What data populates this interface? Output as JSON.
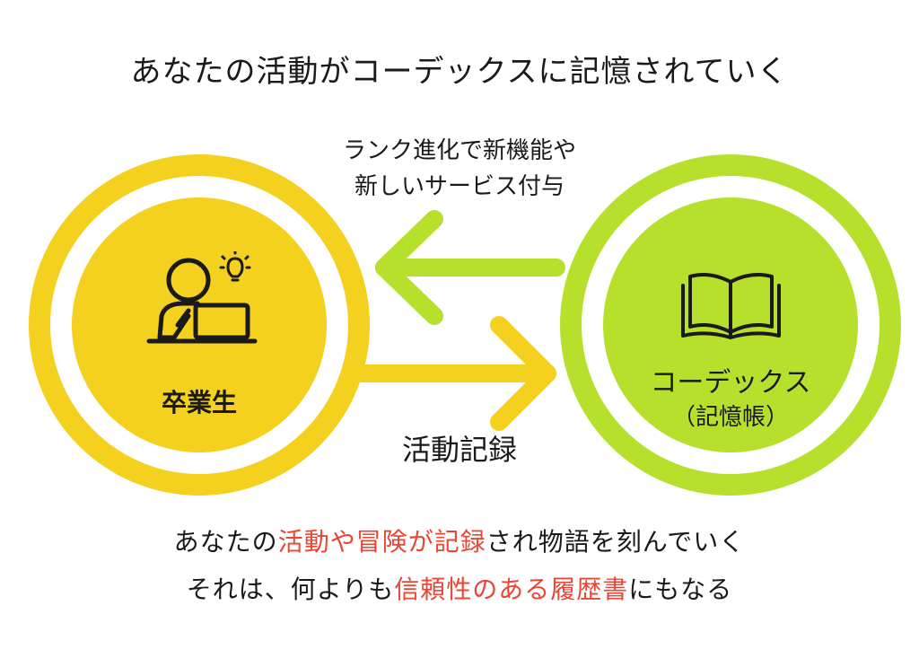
{
  "title": "あなたの活動がコーデックスに記憶されていく",
  "arrow_top_label": [
    "ランク進化で新機能や",
    "新しいサービス付与"
  ],
  "arrow_bottom_label": "活動記録",
  "left_node": {
    "label": "卒業生",
    "icon": "person-thinking-laptop-icon"
  },
  "right_node": {
    "label": "コーデックス",
    "sub_label": "（記憶帳）",
    "icon": "open-book-icon"
  },
  "colors": {
    "yellow": "#f4d11e",
    "green": "#b6e02c",
    "highlight": "#ea4535"
  },
  "body": {
    "line1": [
      {
        "text": "あなたの",
        "hl": false
      },
      {
        "text": "活動や冒険が記録",
        "hl": true
      },
      {
        "text": "され物語を刻んでいく",
        "hl": false
      }
    ],
    "line2": [
      {
        "text": "それは、何よりも",
        "hl": false
      },
      {
        "text": "信頼性のある履歴書",
        "hl": true
      },
      {
        "text": "にもなる",
        "hl": false
      }
    ]
  }
}
